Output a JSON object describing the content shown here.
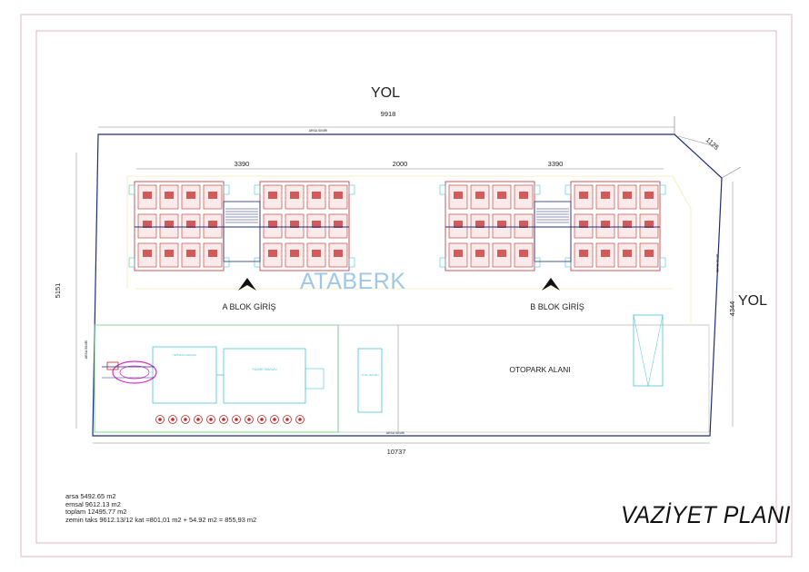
{
  "roads": {
    "top": "YOL",
    "right": "YOL"
  },
  "dimensions": {
    "top_total": "9918",
    "corner": "1125",
    "left": "5151",
    "right": "4344",
    "bottom": "10737",
    "block_a_width": "3390",
    "gap_width": "2000",
    "block_b_width": "3390"
  },
  "labels": {
    "block_a_entrance": "A BLOK GİRİŞ",
    "block_b_entrance": "B BLOK GİRİŞ",
    "parking": "OTOPARK ALANI",
    "watermark": "ATABERK",
    "boundary_top": "ARSA SINIRI",
    "boundary_bottom": "ARSA SINIRI",
    "boundary_left": "ARSA SINIRI",
    "boundary_right": "ARSA SINIRI"
  },
  "notes": [
    "arsa 5492.65 m2",
    "emsal 9612.13 m2",
    "toplam 12495.77 m2",
    "zemin taks 9612.13/12 kat =801,01 m2 + 54.92 m2 = 855,93 m2"
  ],
  "title": "VAZİYET PLANI",
  "colors": {
    "frame": "#e7b6c1",
    "boundary": "#1f2d7a",
    "room_fill": "#c42a2a",
    "pool_outline": "#4ac0d8",
    "green_line": "#5bd46a"
  }
}
